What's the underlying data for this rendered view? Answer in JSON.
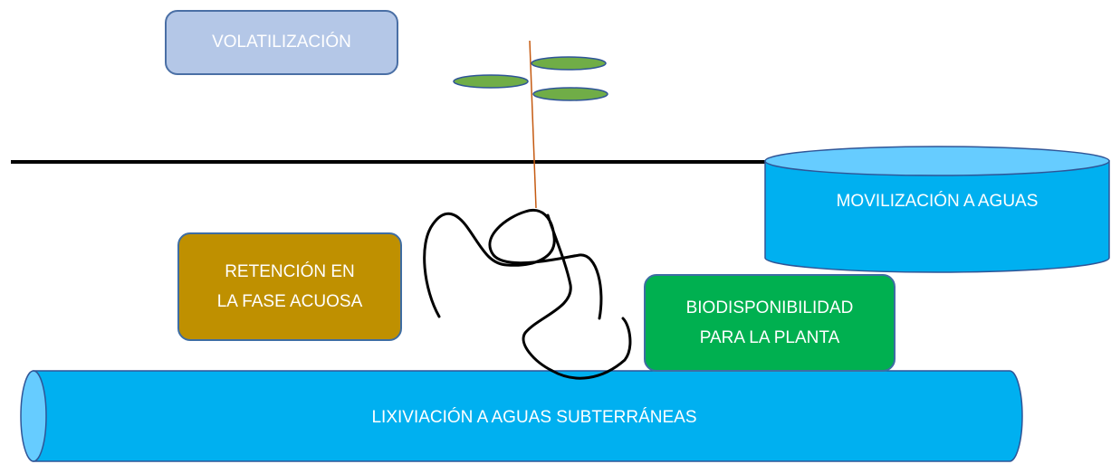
{
  "volatilizacion": "VOLATILIZACIÓN",
  "movilizacion": "MOVILIZACIÓN A AGUAS",
  "retencion": "RETENCIÓN EN\nLA FASE ACUOSA",
  "biodisponibilidad": "BIODISPONIBILIDAD\nPARA LA PLANTA",
  "lixiviacion": "LIXIVIACIÓN A AGUAS SUBTERRÁNEAS",
  "colors": {
    "volatilizacion": "#b4c7e7",
    "retencion": "#bf9000",
    "biodisponibilidad": "#00b050",
    "agua": "#00b0f0",
    "agua_tapa": "#66ccff",
    "hoja": "#70ad47",
    "tallo": "#c55a11",
    "suelo": "#000000"
  }
}
